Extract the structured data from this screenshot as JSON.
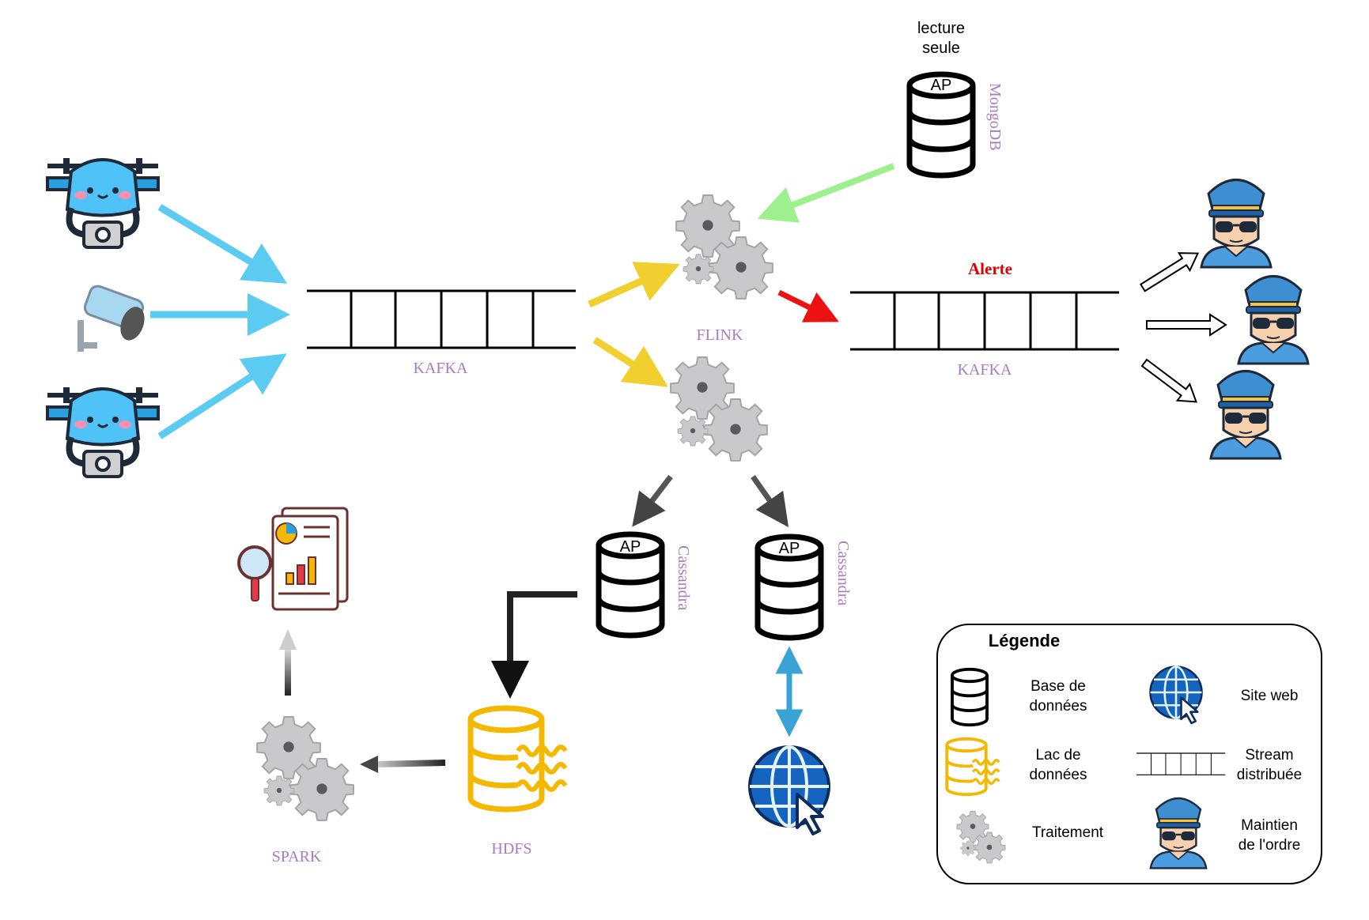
{
  "kafka_in": {
    "label": "KAFKA"
  },
  "kafka_out": {
    "label": "KAFKA",
    "title": "Alerte"
  },
  "flink": {
    "label": "FLINK"
  },
  "mongodb": {
    "label": "MongoDB",
    "note_line1": "lecture",
    "note_line2": "seule",
    "badge": "AP"
  },
  "cassandra_left": {
    "label": "Cassandra",
    "badge": "AP"
  },
  "cassandra_right": {
    "label": "Cassandra",
    "badge": "AP"
  },
  "hdfs": {
    "label": "HDFS"
  },
  "spark": {
    "label": "SPARK"
  },
  "legend": {
    "title": "Légende",
    "database_l1": "Base de",
    "database_l2": "données",
    "website": "Site web",
    "datalake_l1": "Lac de",
    "datalake_l2": "données",
    "stream_l1": "Stream",
    "stream_l2": "distribuée",
    "processing": "Traitement",
    "police_l1": "Maintien",
    "police_l2": "de l'ordre"
  },
  "colors": {
    "purple_label": "#a57cc0",
    "alert_red": "#e00000",
    "cyan_arrow": "#5ccbf2",
    "yellow_arrow": "#f0cf2e",
    "green_arrow": "#9ef08e",
    "red_arrow": "#ee1111",
    "blue_arrow": "#3aa3d5",
    "gear_gray": "#c9c9cb"
  },
  "icons": [
    "drone-icon",
    "security-camera-icon",
    "gear-cluster-icon",
    "database-icon",
    "data-lake-icon",
    "globe-cursor-icon",
    "police-officer-icon",
    "report-analytics-icon"
  ]
}
